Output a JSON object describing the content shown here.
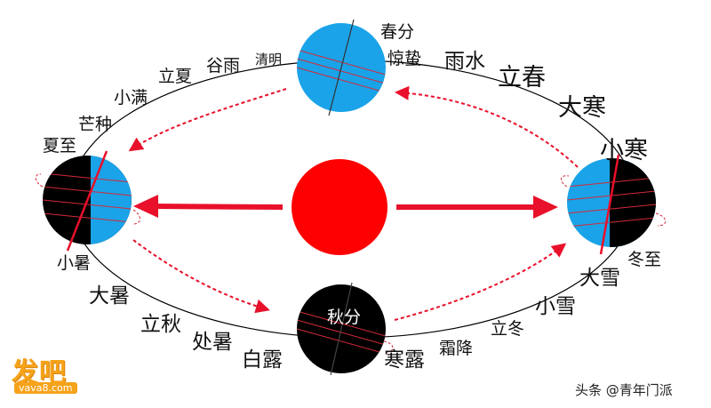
{
  "diagram": {
    "terms": {
      "lichun": "立春",
      "yushui": "雨水",
      "jingzhe": "惊蛰",
      "chunfen": "春分",
      "qingming": "清明",
      "guyu": "谷雨",
      "lixia": "立夏",
      "xiaoman": "小满",
      "mangzhong": "芒种",
      "xiazhi": "夏至",
      "xiaoshu": "小暑",
      "dashu": "大暑",
      "liqiu": "立秋",
      "chushu": "处暑",
      "bailu": "白露",
      "qiufen": "秋分",
      "hanlu": "寒露",
      "shuangjiang": "霜降",
      "lidong": "立冬",
      "xiaoxue": "小雪",
      "daxue": "大雪",
      "dongzhi": "冬至",
      "xiaohan": "小寒",
      "dahan": "大寒"
    },
    "colors": {
      "sun": "#ff0000",
      "earth_day": "#1aa3e8",
      "earth_night": "#000000",
      "arrow": "#e8102a",
      "orbit": "#000000"
    }
  },
  "branding": {
    "logo": "发吧",
    "logo_sub": "vava8.com",
    "watermark": "头条 @青年门派"
  }
}
